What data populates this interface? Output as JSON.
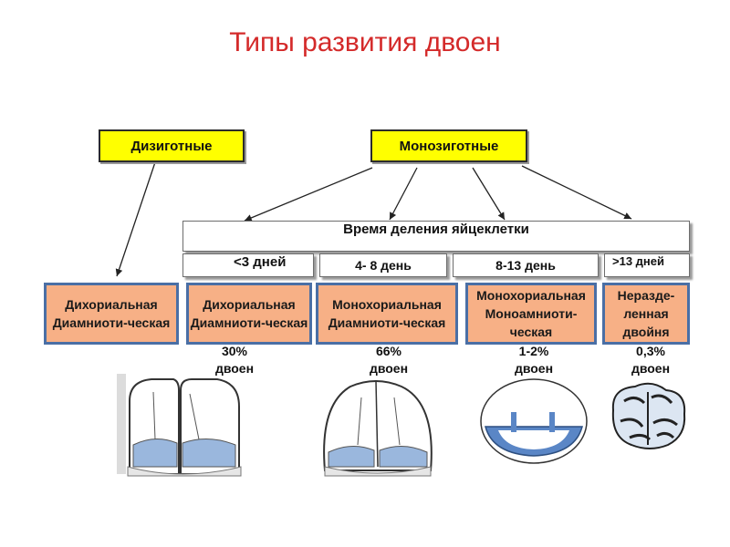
{
  "title": "Типы развития двоен",
  "dizygotic": "Дизиготные",
  "monozygotic": "Монозиготные",
  "division_header": "Время деления яйцеклетки",
  "timing": {
    "t1": "<3 дней",
    "t2": "4- 8 день",
    "t3": "8-13 день",
    "t4": ">13 дней"
  },
  "types": {
    "dizygotic_type": "Дихориальная Диамниоти-ческая",
    "mono_1": "Дихориальная Диамниоти-ческая",
    "mono_2": "Монохориальная Диамниоти-ческая",
    "mono_3": "Монохориальная Моноамниоти-ческая",
    "mono_4": "Неразде-ленная двойня"
  },
  "percentages": {
    "p1": "30% двоен",
    "p2": "66% двоен",
    "p3": "1-2% двоен",
    "p4": "0,3% двоен"
  },
  "colors": {
    "title": "#d42a2a",
    "yellow": "#ffff00",
    "orange": "#f7b086",
    "border_blue": "#4a6fa5",
    "fluid_blue": "#9ab7dd"
  }
}
